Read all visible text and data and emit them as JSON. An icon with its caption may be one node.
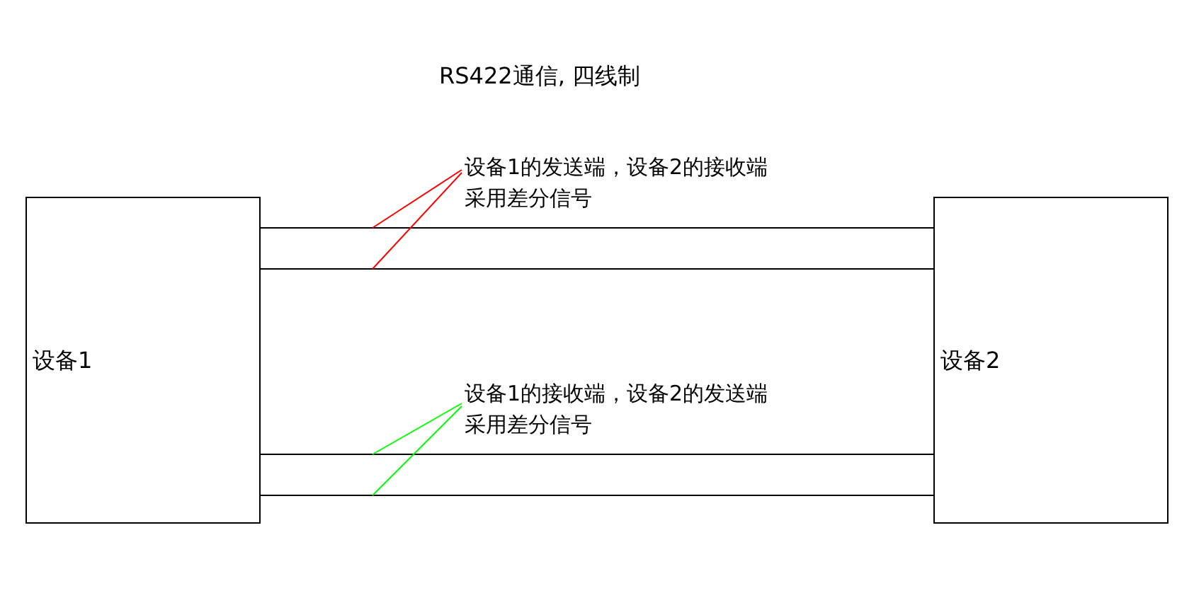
{
  "diagram": {
    "title": "RS422通信, 四线制",
    "nodes": [
      {
        "text": [
          "设备1"
        ]
      },
      {
        "text": [
          "设备2"
        ]
      },
      {
        "text": [
          "设备1的发送端，设备2的接收端",
          "采用差分信号"
        ]
      },
      {
        "text": [
          "设备1的接收端，设备2的发送端",
          "采用差分信号"
        ]
      }
    ],
    "edges": [
      {
        "from": 0,
        "to": 1,
        "arrow": "none"
      },
      {
        "from": 0,
        "to": 1,
        "arrow": "none"
      },
      {
        "from": 0,
        "to": 1,
        "arrow": "none"
      },
      {
        "from": 0,
        "to": 1,
        "arrow": "none"
      },
      {
        "from": 2,
        "to": null,
        "arrow": "none",
        "color": "#ff0000"
      },
      {
        "from": 2,
        "to": null,
        "arrow": "none",
        "color": "#ff0000"
      },
      {
        "from": 3,
        "to": null,
        "arrow": "none",
        "color": "#00ff00"
      },
      {
        "from": 3,
        "to": null,
        "arrow": "none",
        "color": "#00ff00"
      }
    ]
  }
}
